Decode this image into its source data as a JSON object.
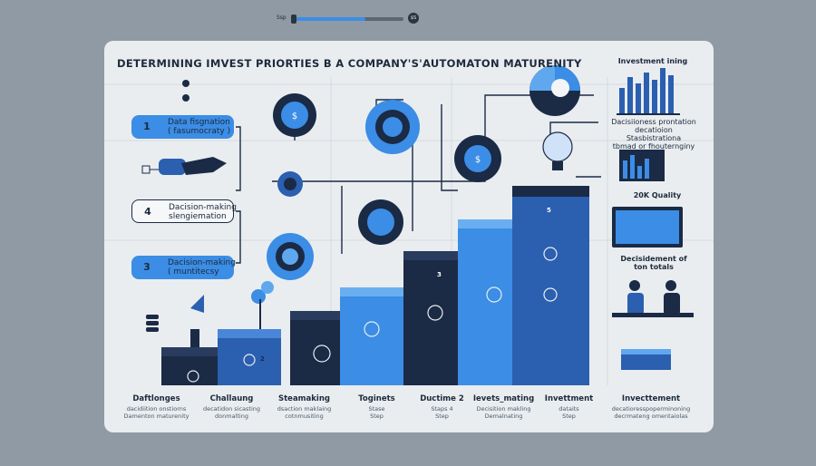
{
  "slider": {
    "left_label": "Ssp",
    "right_label": "$S",
    "fill": 0.64
  },
  "title": "DETERMINING IMVEST PRIORTIES B A COMPANY'S'AUTOMATON MATURENITY",
  "pills": [
    {
      "num": "1",
      "line1": "Data fisgnation",
      "line2": "( fasumocraty )"
    },
    {
      "num": "4",
      "line1": "Dacision-making",
      "line2": "slengiemation"
    },
    {
      "num": "3",
      "line1": "Dacision-making",
      "line2": "( muntitecsy"
    }
  ],
  "right_panel": {
    "chart_title": "Investment ining",
    "text_lines": [
      "Dacisiioness prontation",
      "decatioion Stasbistrationa",
      "tbmad or fhouternginy"
    ],
    "quality_label": "20K Quality",
    "dev_label_1": "Decisidement of",
    "dev_label_2": "ton totals"
  },
  "bottom": [
    {
      "head": "Daftlonges",
      "sub1": "dacidiition onstiorns",
      "sub2": "Damenton maturenity"
    },
    {
      "head": "Challaung",
      "sub1": "decatidon sicasting",
      "sub2": "donmalting"
    },
    {
      "head": "Steamaking",
      "sub1": "dsaction maklaing",
      "sub2": "cotnmusiting"
    },
    {
      "head": "Toginets",
      "sub1": "Stase",
      "sub2": "Step"
    },
    {
      "head": "Ductime 2",
      "sub1": "Staps 4",
      "sub2": "Step"
    },
    {
      "head": "Ievets_mating",
      "sub1": "Decisition makling",
      "sub2": "Demalnating"
    },
    {
      "head": "Invettment",
      "sub1": "dataits",
      "sub2": "Step"
    },
    {
      "head": "Invecttement",
      "sub1": "decatioresspoperminoning",
      "sub2": "decrmateng omentaiolas"
    }
  ],
  "steps": [
    "2",
    "3",
    "5"
  ],
  "colors": {
    "accent": "#3b8de6",
    "navy": "#1b2a45",
    "card": "#e9edf0",
    "bg": "#8f9aa4"
  }
}
